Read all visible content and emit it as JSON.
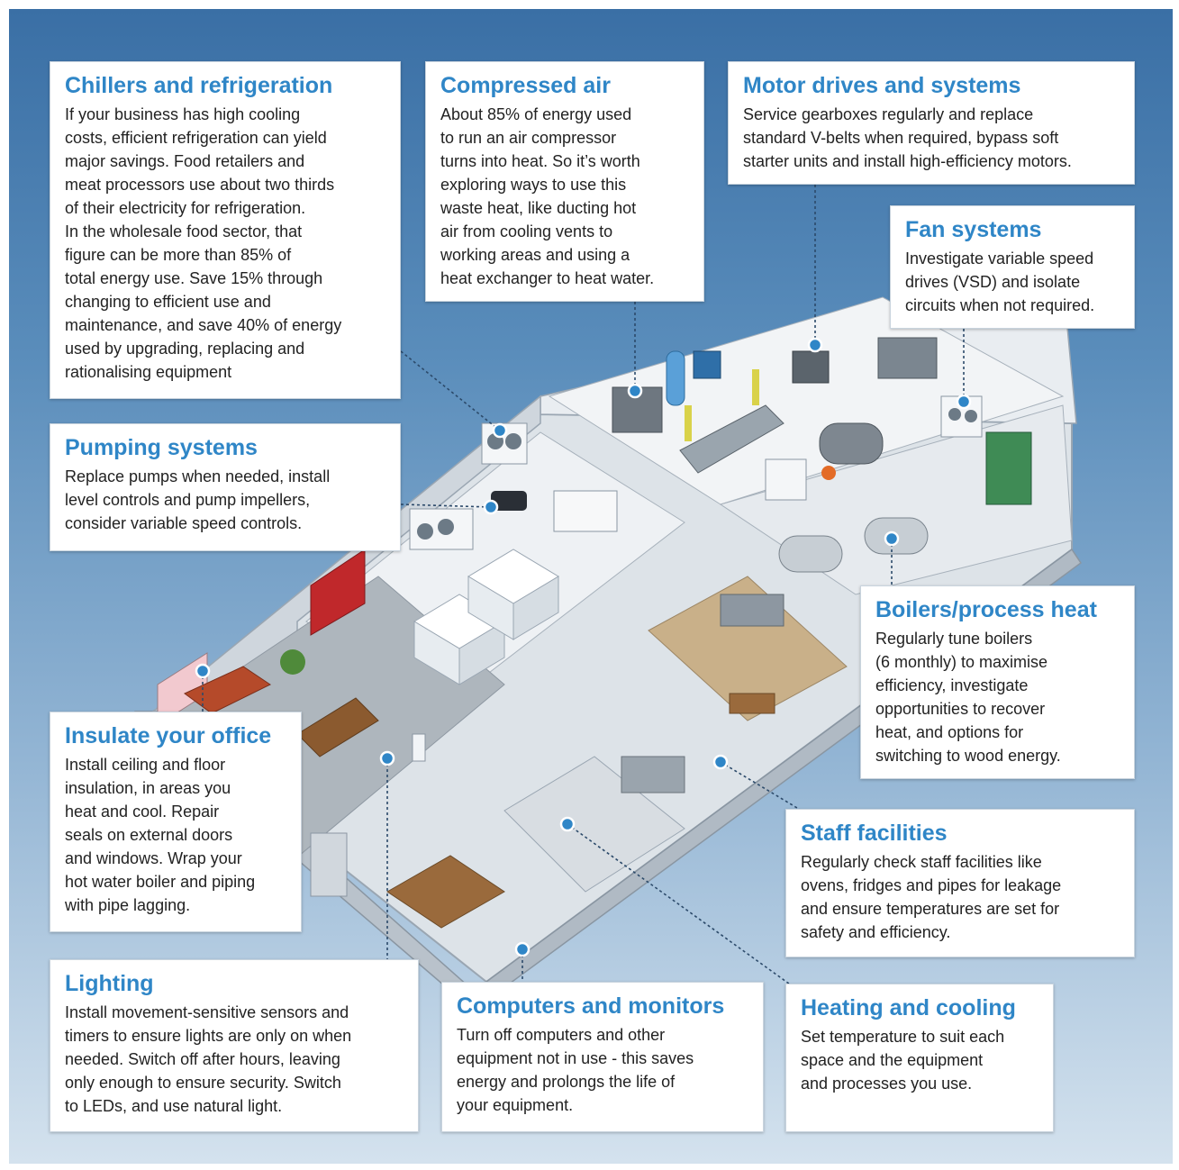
{
  "colors": {
    "title_blue": "#2f86c7",
    "background_top": "#3a6fa5",
    "background_bottom": "#d4e2ee",
    "marker": "#2f86c7"
  },
  "panels": {
    "chillers": {
      "title": "Chillers and refrigeration",
      "body": "If your business has high cooling\ncosts, efficient refrigeration can yield\nmajor savings. Food retailers and\nmeat processors use about two thirds\nof their electricity for refrigeration.\nIn the wholesale food sector, that\nfigure can be more than 85% of\ntotal energy use. Save 15% through\nchanging to efficient use and\nmaintenance, and save 40% of energy\nused by upgrading, replacing and\nrationalising equipment"
    },
    "compressed_air": {
      "title": "Compressed air",
      "body": "About 85% of energy used\nto run an air compressor\nturns into heat. So it’s worth\nexploring ways to use this\nwaste heat, like ducting hot\nair from cooling vents to\nworking areas and using a\nheat exchanger to heat water."
    },
    "motor_drives": {
      "title": "Motor drives and systems",
      "body": "Service gearboxes regularly and replace\nstandard V-belts when required, bypass soft\nstarter units and install high-efficiency motors."
    },
    "fan_systems": {
      "title": "Fan systems",
      "body": "Investigate variable speed\ndrives (VSD) and isolate\ncircuits when not required."
    },
    "pumping": {
      "title": "Pumping systems",
      "body": "Replace pumps when needed, install\nlevel controls and pump impellers,\nconsider variable speed controls."
    },
    "boilers": {
      "title": "Boilers/process heat",
      "body": "Regularly tune boilers\n(6 monthly) to maximise\nefficiency, investigate\nopportunities to recover\nheat, and options for\nswitching to wood energy."
    },
    "insulate": {
      "title": "Insulate your office",
      "body": "Install ceiling and floor\ninsulation, in areas you\nheat and cool. Repair\nseals on external doors\nand windows. Wrap your\nhot water boiler and piping\nwith pipe lagging."
    },
    "staff": {
      "title": "Staff facilities",
      "body": "Regularly check staff facilities like\novens, fridges and pipes for leakage\nand ensure temperatures are set for\nsafety and efficiency."
    },
    "lighting": {
      "title": "Lighting",
      "body": "Install movement-sensitive sensors and\ntimers to ensure lights are only on when\nneeded. Switch off after hours, leaving\nonly enough to ensure security. Switch\nto LEDs, and use natural light."
    },
    "computers": {
      "title": "Computers and monitors",
      "body": "Turn off computers and other\nequipment not in use - this saves\nenergy and prolongs the life of\nyour equipment."
    },
    "heating": {
      "title": "Heating and cooling",
      "body": "Set temperature to suit each\nspace and the equipment\nand processes you use."
    }
  }
}
